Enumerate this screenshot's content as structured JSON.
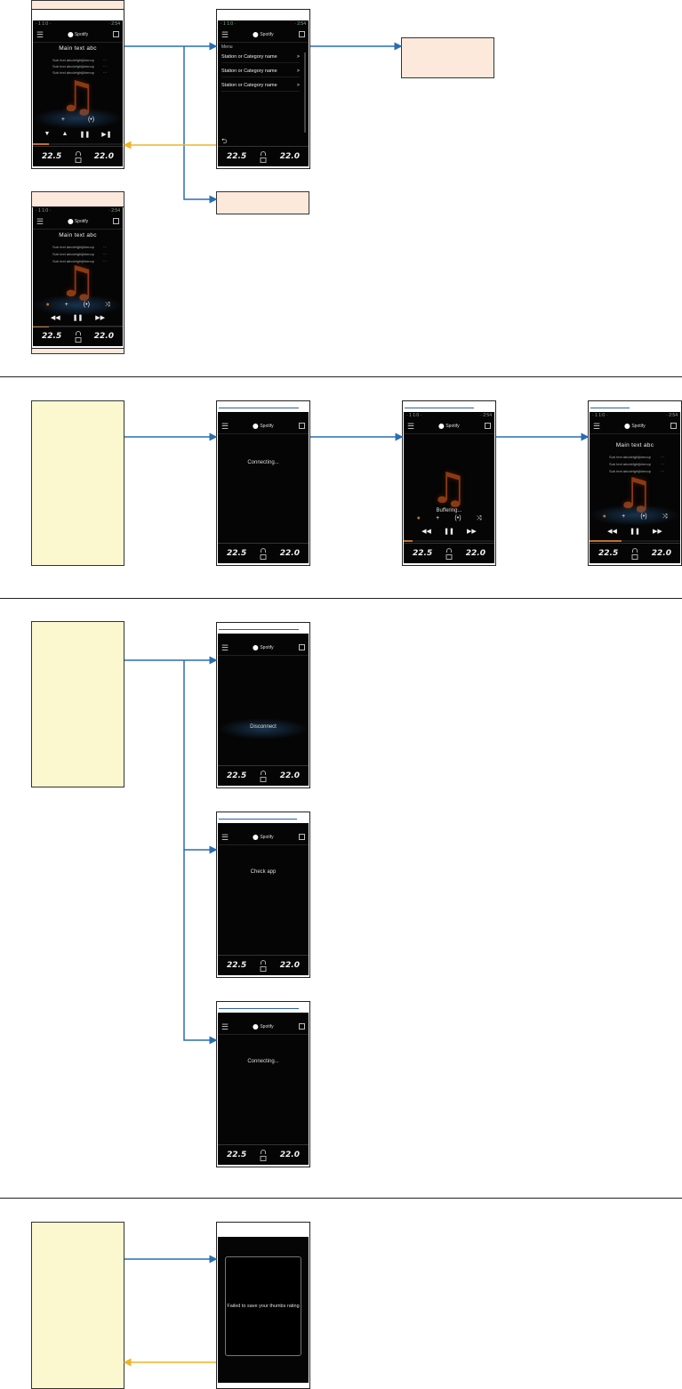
{
  "media": {
    "status_left": "· 1 1:0 ·",
    "status_right": "· 2:54",
    "logo_text": "Spotify",
    "main_text": "Main text abc",
    "sub_text": "Sub text abcdefghijklmnop",
    "sub_dots": "···",
    "temp_left": "22.5",
    "temp_right": "22.0",
    "controls_a": [
      "▼",
      "▲",
      "❚❚",
      "▶❚"
    ],
    "controls_b": [
      "◀◀",
      "❚❚",
      "▶▶"
    ],
    "plus": "+",
    "radio": "(•)",
    "shuffle": "⤨"
  },
  "menu_screen": {
    "label": "Menu",
    "items": [
      "Station or Category name",
      "Station or Category name",
      "Station or Category name"
    ],
    "chevron": ">",
    "back": "⮌"
  },
  "connecting": {
    "message": "Connecting..."
  },
  "buffering": {
    "message": "Buffering..."
  },
  "disconnect": {
    "message": "Disconnect"
  },
  "check_app": {
    "message": "Check app"
  },
  "error_dialog": {
    "message": "Failed to save your thumbs rating"
  },
  "colors": {
    "peach_note": "#fde9dc",
    "yellow_note": "#fbf7cf",
    "arrow_forward": "#2a6db0",
    "arrow_back": "#f0b429"
  }
}
